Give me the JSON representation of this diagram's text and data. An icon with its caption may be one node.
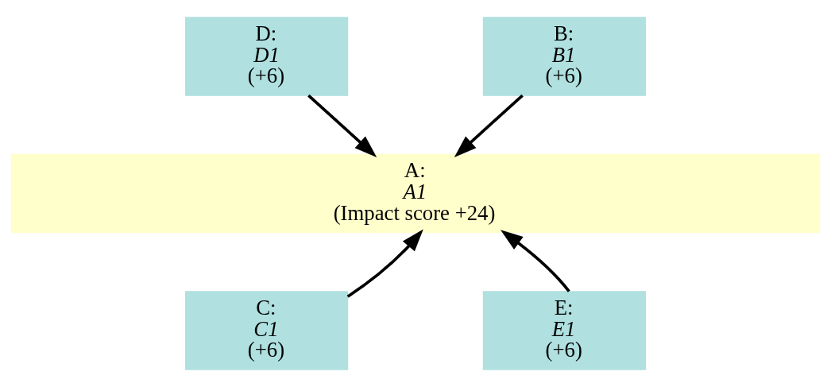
{
  "diagram": {
    "nodes": [
      {
        "text": [
          "D:",
          "D1",
          "(+6)"
        ]
      },
      {
        "text": [
          "B:",
          "B1",
          "(+6)"
        ]
      },
      {
        "text": [
          "A:",
          "A1",
          "(Impact score +24)"
        ]
      },
      {
        "text": [
          "C:",
          "C1",
          "(+6)"
        ]
      },
      {
        "text": [
          "E:",
          "E1",
          "(+6)"
        ]
      }
    ],
    "edges": [
      {
        "from": 0,
        "to": 2,
        "arrow": "to"
      },
      {
        "from": 1,
        "to": 2,
        "arrow": "to"
      },
      {
        "from": 3,
        "to": 2,
        "arrow": "to"
      },
      {
        "from": 4,
        "to": 2,
        "arrow": "to"
      }
    ]
  }
}
